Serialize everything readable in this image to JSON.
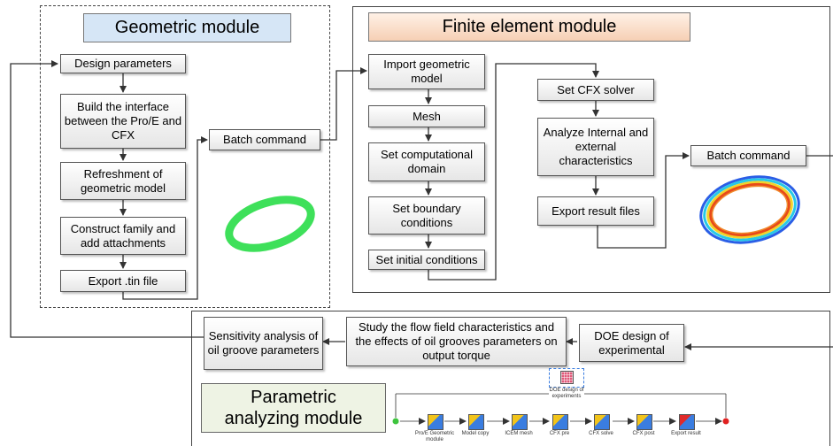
{
  "geometric": {
    "title": "Geometric module",
    "steps": [
      "Design parameters",
      "Build the interface between the Pro/E and CFX",
      "Refreshment of geometric model",
      "Construct  family and add attachments",
      "Export .tin file"
    ],
    "batch": "Batch command"
  },
  "finite": {
    "title": "Finite element module",
    "left_steps": [
      "Import geometric model",
      "Mesh",
      "Set computational domain",
      "Set boundary conditions",
      "Set initial conditions"
    ],
    "right_steps": [
      "Set CFX solver",
      "Analyze Internal and external characteristics",
      "Export result files"
    ],
    "batch": "Batch command"
  },
  "parametric": {
    "title": "Parametric analyzing module",
    "sensitivity": "Sensitivity analysis of oil groove parameters",
    "study": "Study the flow field characteristics and the effects of oil grooves parameters on output torque",
    "doe": "DOE design of experimental",
    "workflow": {
      "doe_node": "DOE design of experiments",
      "nodes": [
        "Pro/E Geometric module",
        "Model copy",
        "ICEM mesh",
        "CFX pre",
        "CFX solve",
        "CFX post",
        "Export result"
      ]
    }
  },
  "colors": {
    "geometric_header": "#d6e6f6",
    "finite_header": "#fbe0cc",
    "parametric_header": "#eef3e4",
    "ring_green": "#3ee05a"
  }
}
